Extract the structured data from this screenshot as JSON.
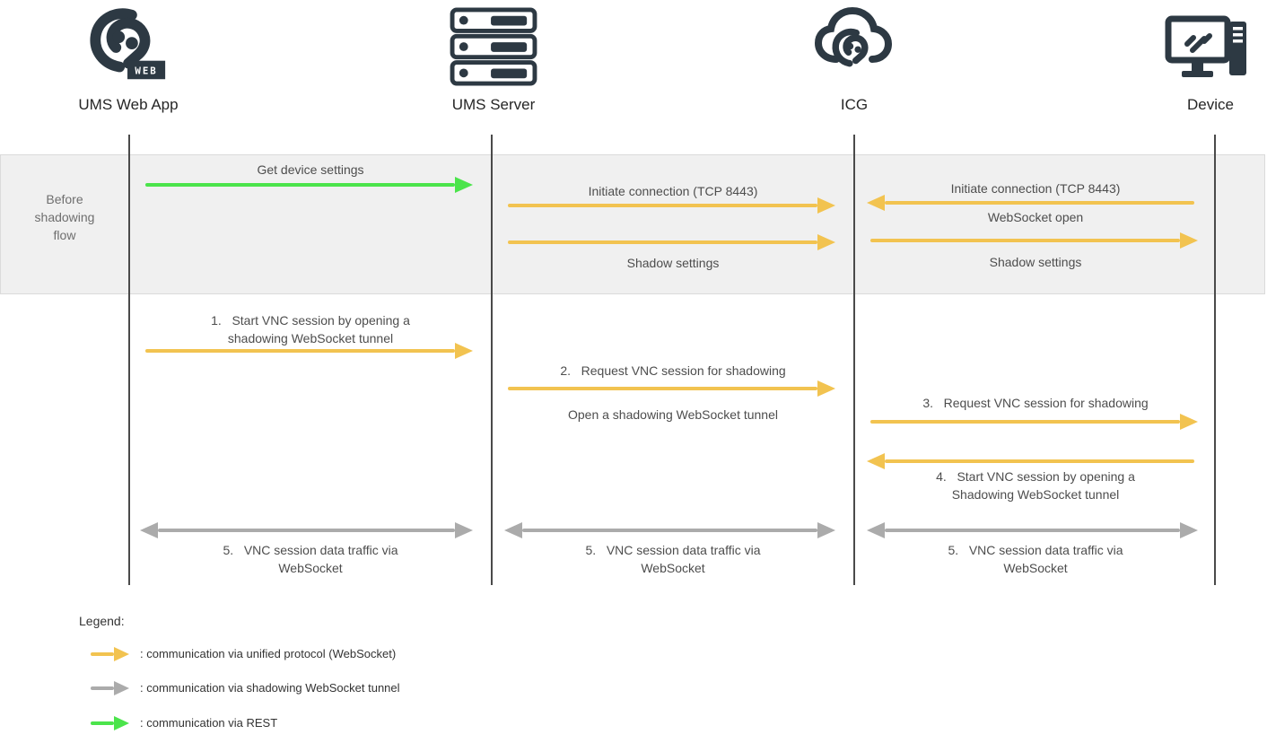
{
  "actors": [
    {
      "label": "UMS Web App",
      "icon": "ums-web-app-logo-icon"
    },
    {
      "label": "UMS Server",
      "icon": "server-stack-icon"
    },
    {
      "label": "ICG",
      "icon": "cloud-link-icon"
    },
    {
      "label": "Device",
      "icon": "monitor-tower-icon"
    }
  ],
  "band": {
    "label": "Before\nshadowing\nflow"
  },
  "messages": {
    "get_device_settings": "Get device settings",
    "initiate_server_icg": "Initiate connection (TCP 8443)",
    "shadow_settings_server_icg": "Shadow settings",
    "initiate_device_icg": "Initiate connection (TCP 8443)",
    "websocket_open": "WebSocket open",
    "shadow_settings_icg_device": "Shadow settings",
    "step1": "1.   Start VNC session by opening a\nshadowing WebSocket tunnel",
    "step2": "2.   Request VNC session for shadowing",
    "open_tunnel": "Open a shadowing WebSocket tunnel",
    "step3": "3.   Request VNC session for shadowing",
    "step4": "4.   Start VNC session by opening a\nShadowing WebSocket tunnel",
    "step5_webapp_server": "5.   VNC session data traffic via\nWebSocket",
    "step5_server_icg": "5.   VNC session data traffic via\nWebSocket",
    "step5_icg_device": "5.   VNC session data traffic via\nWebSocket"
  },
  "legend": {
    "title": "Legend:",
    "items": [
      {
        "label": ": communication via unified protocol (WebSocket)",
        "arrow": "yellow-arrow-icon",
        "color": "#F2C350"
      },
      {
        "label": ": communication via shadowing WebSocket tunnel",
        "arrow": "gray-arrow-icon",
        "color": "#ABABAB"
      },
      {
        "label": ": communication via REST",
        "arrow": "green-arrow-icon",
        "color": "#4BE44B"
      }
    ]
  },
  "colors": {
    "unified_protocol_yellow": "#F2C350",
    "shadow_tunnel_gray": "#ABABAB",
    "rest_green": "#4BE44B",
    "icon_dark": "#2D3943",
    "band_background": "#F0F0F0"
  }
}
